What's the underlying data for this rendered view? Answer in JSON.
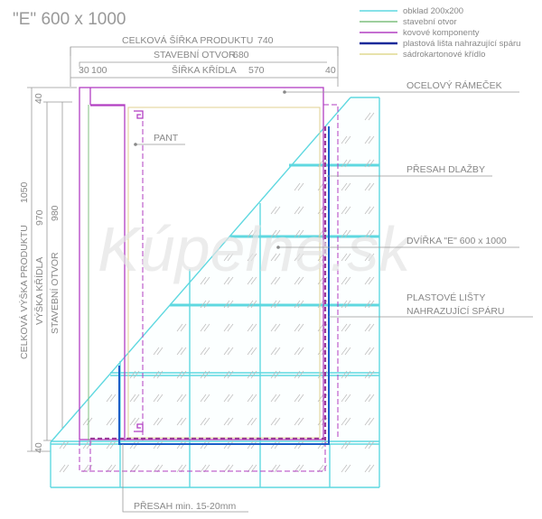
{
  "title": "\"E\" 600 x 1000",
  "legend": [
    {
      "label": "obklad 200x200",
      "color": "#5fd8e0"
    },
    {
      "label": "stavební otvor",
      "color": "#7fbf7f"
    },
    {
      "label": "kovové komponenty",
      "color": "#b23ec2"
    },
    {
      "label": "plastová lišta nahrazující spáru",
      "color": "#1a2a9a"
    },
    {
      "label": "sádrokartonové křídlo",
      "color": "#e0d890"
    }
  ],
  "dimensions": {
    "total_width_label": "CELKOVÁ ŠÍŘKA PRODUKTU",
    "total_width": "740",
    "opening_width_label": "STAVEBNÍ OTVOR",
    "opening_width": "680",
    "left_a": "30",
    "left_b": "100",
    "leaf_width_label": "ŠÍŘKA KŘÍDLA",
    "leaf_width": "570",
    "right": "40",
    "top": "40",
    "bottom": "40",
    "total_height_label": "CELKOVÁ VÝŠKA PRODUKTU",
    "total_height": "1050",
    "leaf_height_label": "VÝŠKA KŘÍDLA",
    "leaf_height": "970",
    "opening_height_label": "STAVEBNÍ OTVOR",
    "opening_height": "980"
  },
  "callouts": {
    "frame": "OCELOVÝ RÁMEČEK",
    "hinge": "PANT",
    "tile_overlap": "PŘESAH DLAŽBY",
    "door": "DVÍŘKA \"E\" 600 x 1000",
    "strips_line1": "PLASTOVÉ LIŠTY",
    "strips_line2": "NAHRAZUJÍCÍ SPÁRU",
    "overlap_min": "PŘESAH min. 15-20mm"
  },
  "watermark": "Kúpelne.sk"
}
